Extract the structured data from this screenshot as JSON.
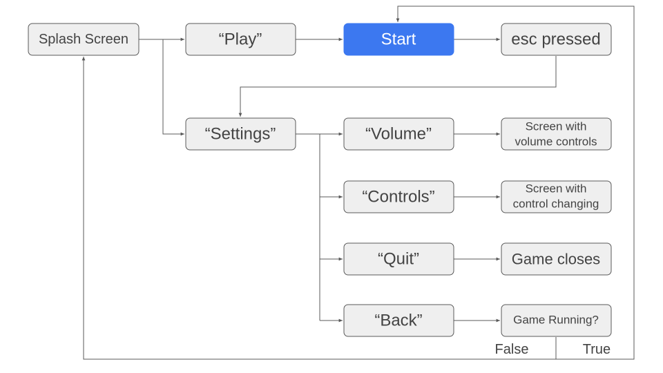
{
  "nodes": {
    "splash": "Splash Screen",
    "play": "“Play”",
    "start": "Start",
    "esc": "esc pressed",
    "settings": "“Settings”",
    "volume": "“Volume”",
    "volume_screen_1": "Screen with",
    "volume_screen_2": "volume controls",
    "controls": "“Controls”",
    "control_screen_1": "Screen with",
    "control_screen_2": "control changing",
    "quit": "“Quit”",
    "game_closes": "Game closes",
    "back": "“Back”",
    "game_running": "Game Running?"
  },
  "edge_labels": {
    "false": "False",
    "true": "True"
  },
  "colors": {
    "node_fill": "#efefef",
    "node_border": "#595959",
    "start_fill": "#3c78f0",
    "text": "#434343",
    "line": "#595959"
  }
}
